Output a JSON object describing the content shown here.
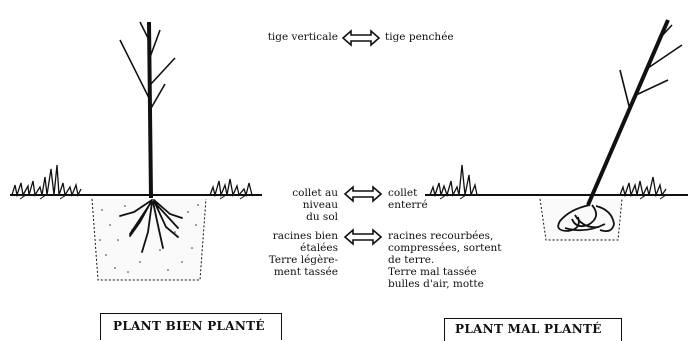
{
  "top_pair": {
    "left": "tige verticale",
    "right": "tige penchée"
  },
  "collar_pair": {
    "left": [
      "collet au",
      "niveau",
      "du sol"
    ],
    "right": [
      "collet",
      "enterré"
    ]
  },
  "roots_pair": {
    "left": [
      "racines bien",
      "étalées",
      "Terre légère-",
      "ment tassée"
    ],
    "right": [
      "racines recourbées,",
      "compressées, sortent",
      "de terre.",
      "Terre mal tassée",
      "bulles d'air, motte"
    ]
  },
  "captions": {
    "good": "PLANT BIEN PLANTÉ",
    "bad": "PLANT MAL PLANTÉ"
  }
}
